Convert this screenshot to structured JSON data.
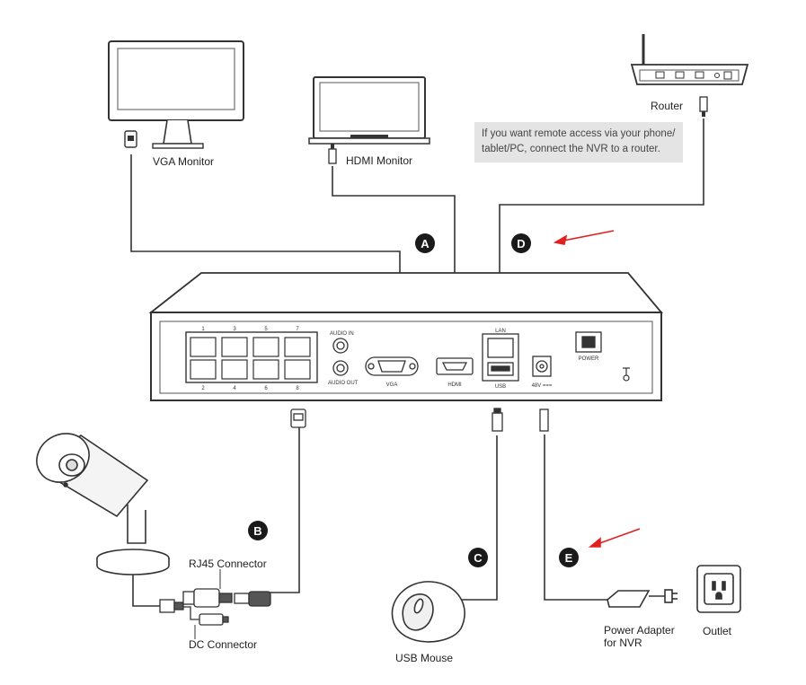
{
  "labels": {
    "vga_monitor": "VGA Monitor",
    "hdmi_monitor": "HDMI Monitor",
    "router": "Router",
    "router_note_line1": "If you want remote access via your phone/",
    "router_note_line2": "tablet/PC, connect the NVR to a router.",
    "rj45_connector": "RJ45 Connector",
    "dc_connector": "DC Connector",
    "usb_mouse": "USB Mouse",
    "power_adapter_line1": "Power Adapter",
    "power_adapter_line2": "for NVR",
    "outlet": "Outlet"
  },
  "markers": {
    "a": "A",
    "b": "B",
    "c": "C",
    "d": "D",
    "e": "E"
  },
  "nvr_panel": {
    "port_numbers_top": [
      "1",
      "3",
      "5",
      "7"
    ],
    "port_numbers_bottom": [
      "2",
      "4",
      "6",
      "8"
    ],
    "audio_in": "AUDIO IN",
    "audio_out": "AUDIO OUT",
    "vga": "VGA",
    "hdmi": "HDMI",
    "lan": "LAN",
    "usb": "USB",
    "dc_in": "48V ===",
    "power": "POWER"
  },
  "colors": {
    "arrow": "#e02020",
    "line": "#333333",
    "marker_fill": "#1a1a1a",
    "note_bg": "#e4e4e4"
  }
}
